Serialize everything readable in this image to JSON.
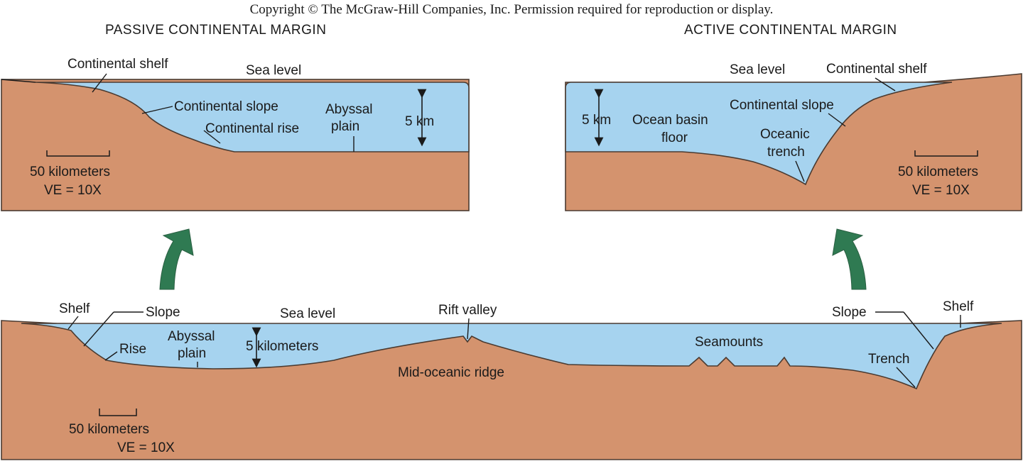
{
  "copyright": "Copyright © The McGraw-Hill Companies, Inc. Permission required for reproduction or display.",
  "passive": {
    "title": "PASSIVE CONTINENTAL MARGIN",
    "sea_level": "Sea level",
    "continental_shelf": "Continental shelf",
    "continental_slope": "Continental slope",
    "continental_rise": "Continental rise",
    "abyssal_plain_1": "Abyssal",
    "abyssal_plain_2": "plain",
    "depth": "5 km",
    "scale": "50 kilometers",
    "ve": "VE = 10X"
  },
  "active": {
    "title": "ACTIVE CONTINENTAL MARGIN",
    "sea_level": "Sea level",
    "continental_shelf": "Continental shelf",
    "continental_slope": "Continental slope",
    "basin_1": "Ocean basin",
    "basin_2": "floor",
    "trench_1": "Oceanic",
    "trench_2": "trench",
    "depth": "5 km",
    "scale": "50 kilometers",
    "ve": "VE = 10X"
  },
  "bottom": {
    "shelf_left": "Shelf",
    "slope_left": "Slope",
    "rise": "Rise",
    "abyssal_1": "Abyssal",
    "abyssal_2": "plain",
    "depth": "5 kilometers",
    "sea_level": "Sea level",
    "rift_valley": "Rift valley",
    "ridge": "Mid-oceanic ridge",
    "seamounts": "Seamounts",
    "slope_right": "Slope",
    "shelf_right": "Shelf",
    "trench": "Trench",
    "scale": "50 kilometers",
    "ve": "VE = 10X"
  },
  "colors": {
    "land": "#d4936e",
    "water": "#a6d3ef",
    "arrow": "#2f7a52"
  }
}
